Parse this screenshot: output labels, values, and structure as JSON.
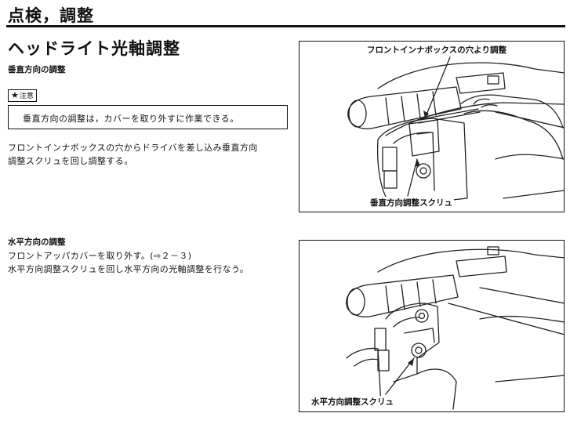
{
  "header": {
    "title": "点検，調整"
  },
  "section": {
    "title": "ヘッドライト光軸調整"
  },
  "vertical": {
    "heading": "垂直方向の調整",
    "note_badge": "注意",
    "note_text": "垂直方向の調整は，カバーを取り外すに作業できる。",
    "body_lines": [
      "フロントインナボックスの穴からドライバを差し込み垂直方向",
      "調整スクリュを回し調整する。"
    ],
    "figure": {
      "label_top": "フロントインナボックスの穴より調整",
      "label_bottom": "垂直方向調整スクリュ"
    }
  },
  "horizontal": {
    "heading": "水平方向の調整",
    "body_lines": [
      "フロントアッパカバーを取り外す。(⇨２－３)",
      "水平方向調整スクリュを回し水平方向の光軸調整を行なう。"
    ],
    "figure": {
      "label_bottom": "水平方向調整スクリュ"
    }
  },
  "icons": {
    "note_star": "★"
  }
}
